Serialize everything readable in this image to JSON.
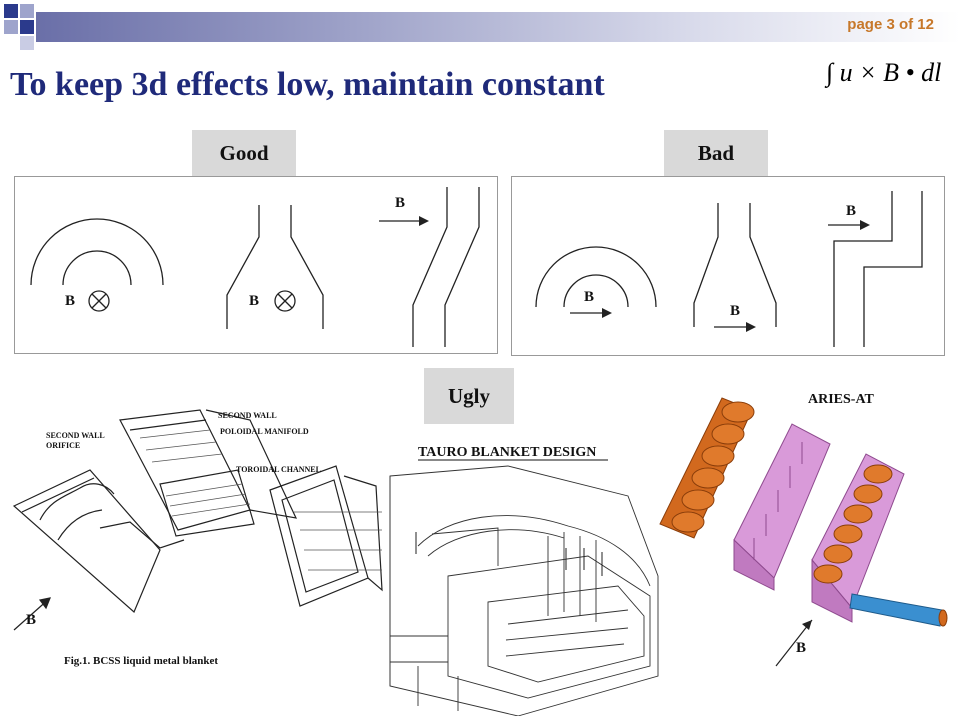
{
  "header": {
    "page_indicator": "page 3 of 12"
  },
  "slide": {
    "title": "To keep 3d effects low, maintain constant",
    "formula": "∫ u × B • dl"
  },
  "labels": {
    "good": "Good",
    "bad": "Bad",
    "ugly": "Ugly"
  },
  "diagram_labels": {
    "field": "B",
    "aries": "ARIES-AT"
  },
  "figure_text": {
    "bcss_caption": "Fig.1.  BCSS liquid metal blanket",
    "second_wall": "SECOND WALL",
    "poloidal_manifold": "POLOIDAL MANIFOLD",
    "second_wall_orifice_1": "SECOND WALL",
    "second_wall_orifice_2": "ORIFICE",
    "toroidal_channel": "TOROIDAL CHANNEL",
    "tauro_title": "TAURO BLANKET DESIGN"
  },
  "colors": {
    "title": "#1f2a7a",
    "page_indicator": "#c7782a",
    "aries_orange": "#d2691e",
    "aries_pink": "#d99ad9",
    "aries_pipe": "#3a8fd0"
  }
}
